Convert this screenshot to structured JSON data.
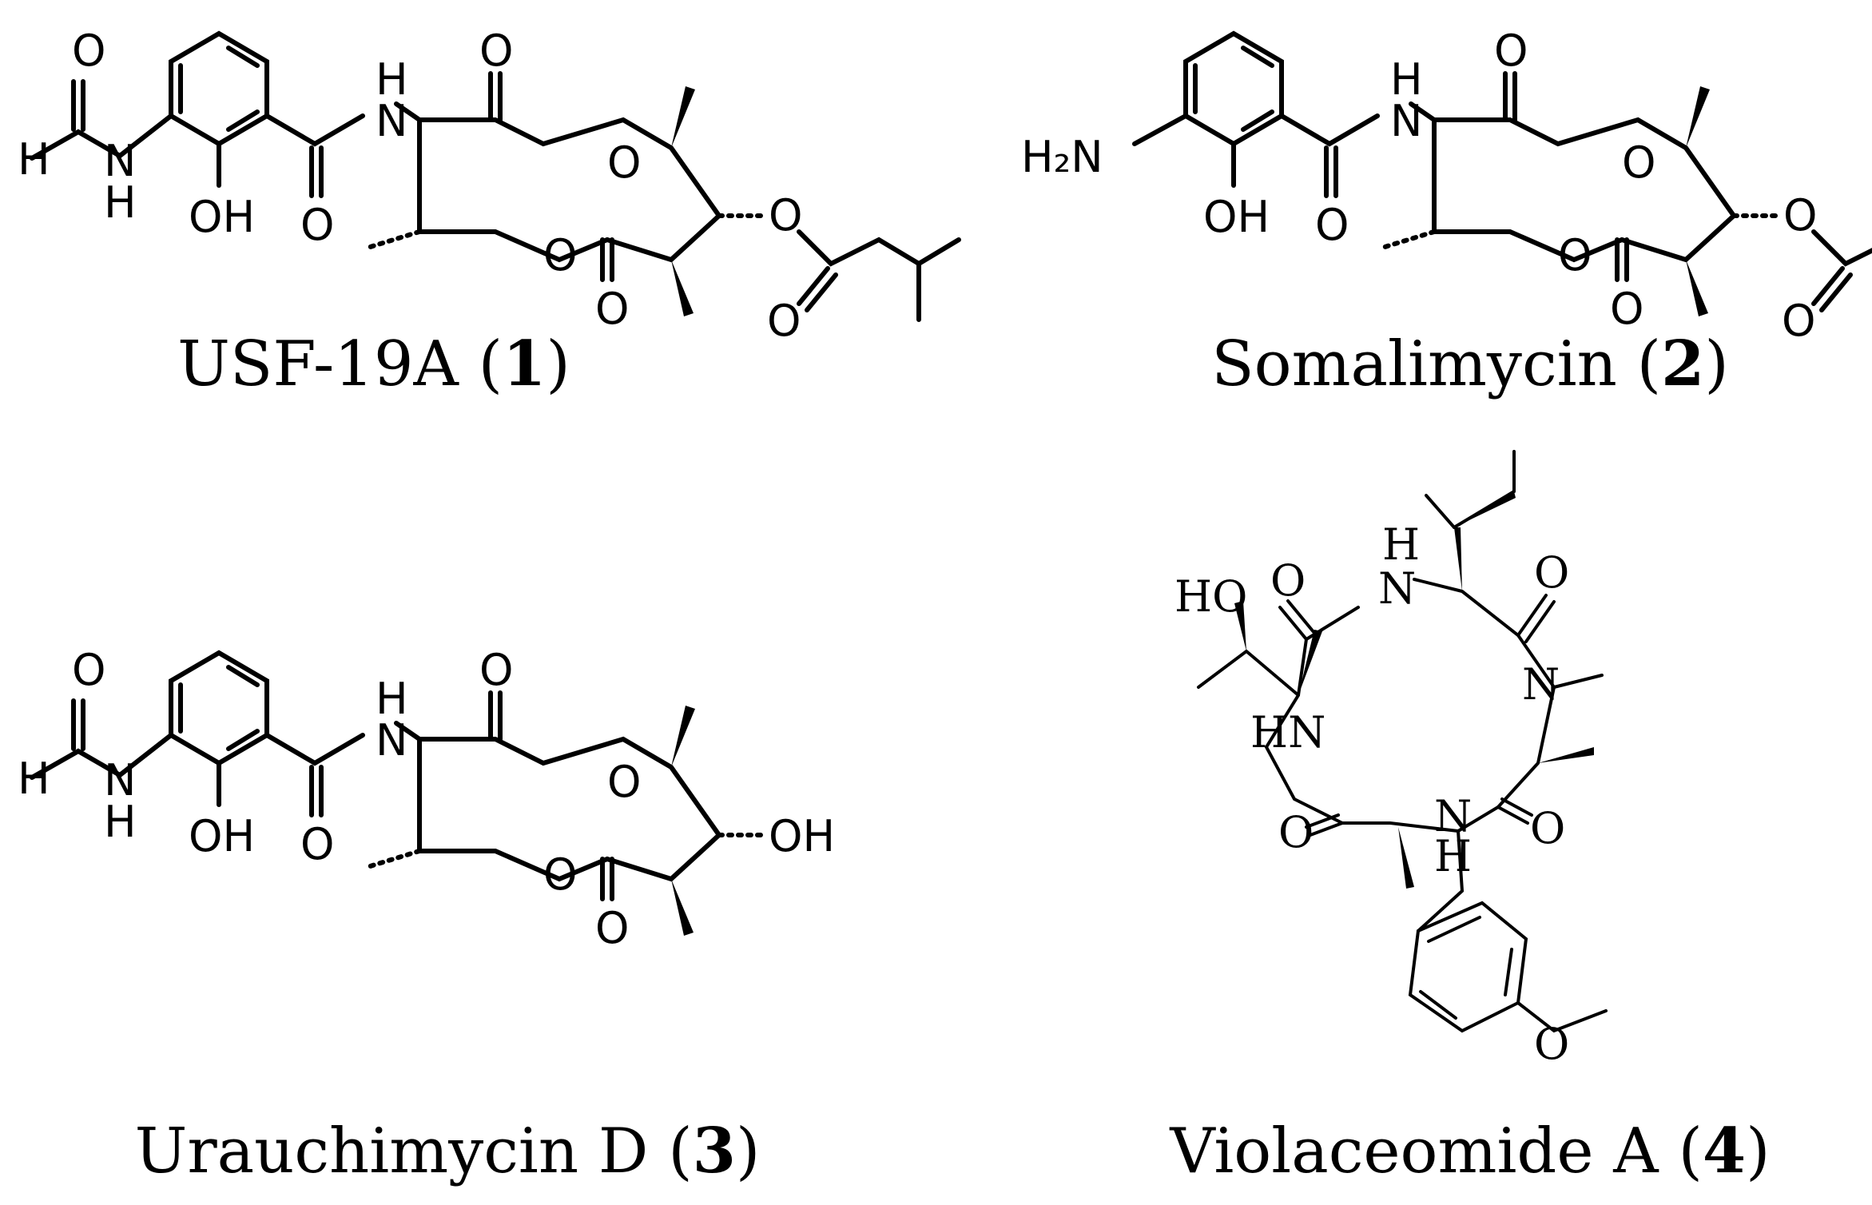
{
  "compounds": [
    {
      "name": "USF-19A",
      "number": "1"
    },
    {
      "name": "Somalimycin",
      "number": "2"
    },
    {
      "name": "Urauchimycin D",
      "number": "3"
    },
    {
      "name": "Violaceomide A",
      "number": "4"
    }
  ],
  "atoms": {
    "O": "O",
    "N": "N",
    "H": "H",
    "OH": "OH",
    "HO": "HO",
    "HN": "HN",
    "H2N": "H₂N"
  }
}
